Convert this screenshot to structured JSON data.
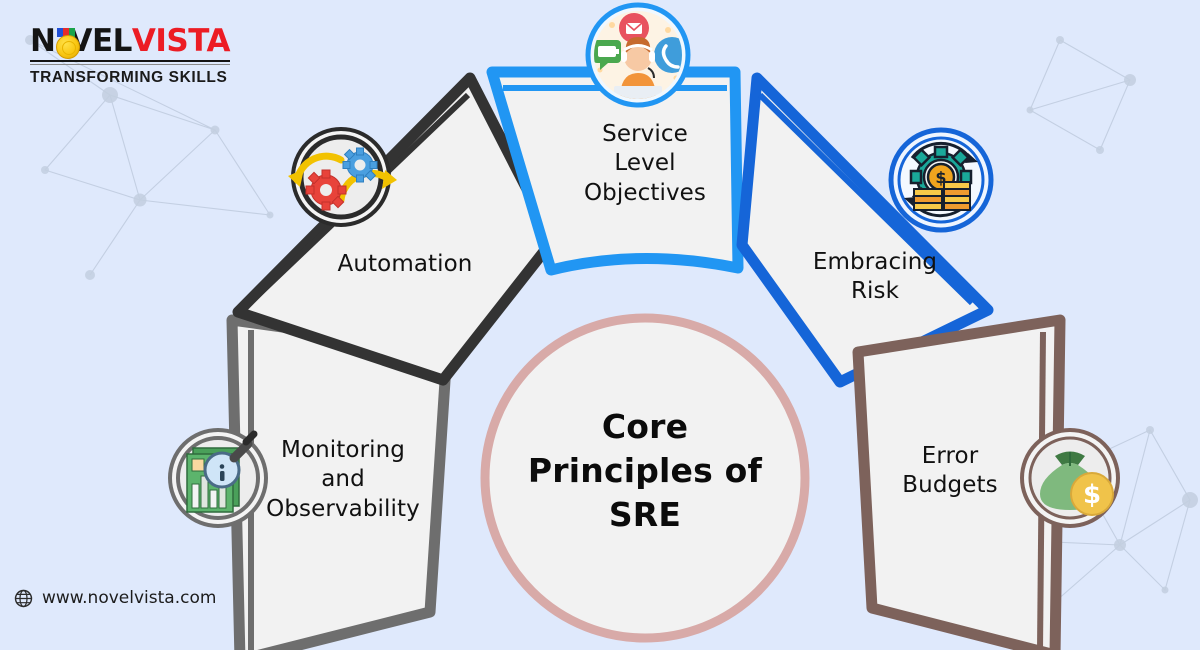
{
  "brand": {
    "name_part1": "N",
    "name_part2": "VEL",
    "name_part3": "VISTA",
    "tagline": "TRANSFORMING SKILLS",
    "medal_icon": "medal-icon"
  },
  "footer": {
    "globe_icon": "globe-icon",
    "url": "www.novelvista.com"
  },
  "center": {
    "title": "Core\nPrinciples of\nSRE",
    "border_color": "#d8aaa8",
    "fill_color": "#f2f2f2"
  },
  "diagram": {
    "type": "radial-arc-infographic",
    "segment_count": 5,
    "fill_color": "#f2f2f2",
    "background_color": "#dfe9fc"
  },
  "segments": [
    {
      "id": "monitoring-and-observability",
      "label": "Monitoring\nand\nObservability",
      "color": "#6e6e6e",
      "icon": "magnifier-chart-icon",
      "position": "left"
    },
    {
      "id": "automation",
      "label": "Automation",
      "color": "#333333",
      "icon": "gears-icon",
      "position": "upper-left"
    },
    {
      "id": "service-level-objectives",
      "label": "Service\nLevel\nObjectives",
      "color": "#2196f3",
      "icon": "support-agent-icon",
      "position": "top"
    },
    {
      "id": "embracing-risk",
      "label": "Embracing\nRisk",
      "color": "#1565d8",
      "icon": "gear-coins-icon",
      "position": "upper-right"
    },
    {
      "id": "error-budgets",
      "label": "Error\nBudgets",
      "color": "#7d625b",
      "icon": "money-bag-icon",
      "position": "right"
    }
  ]
}
